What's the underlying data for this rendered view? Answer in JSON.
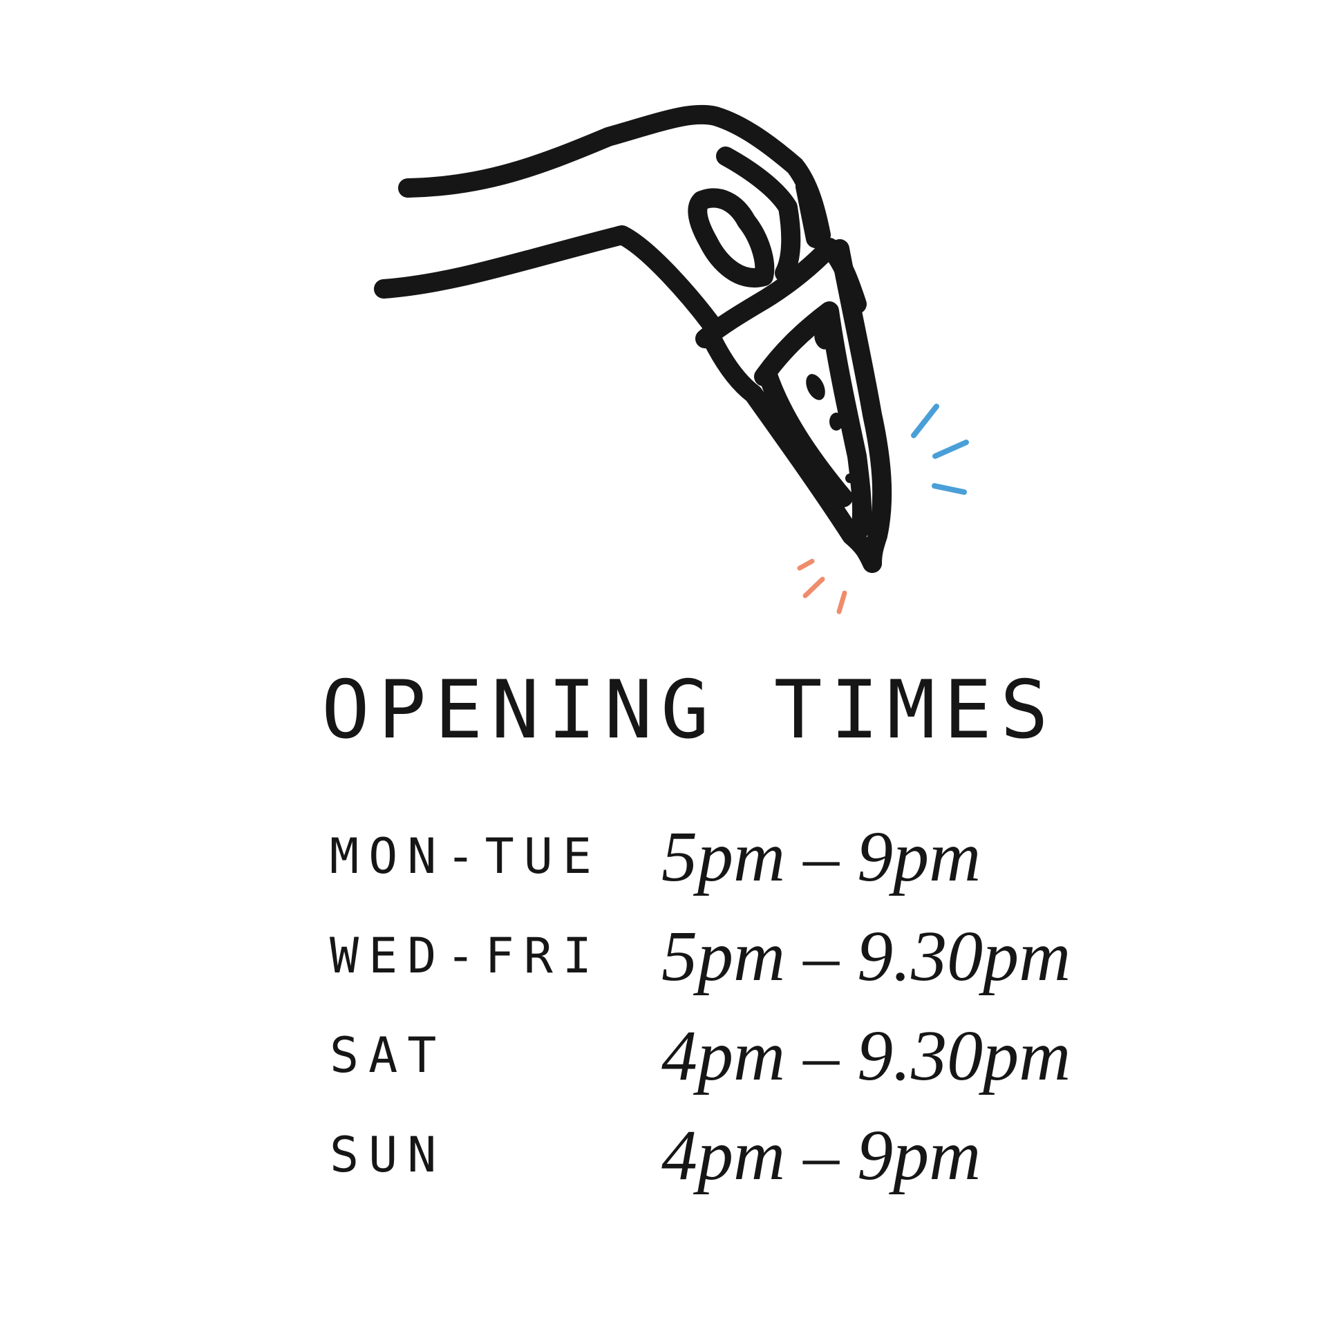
{
  "title": "OPENING TIMES",
  "illustration": {
    "icon": "hand-holding-pizza-slice-icon",
    "ink_color": "#161616",
    "accent_blue": "#4a9fd8",
    "accent_orange": "#ef8c6c"
  },
  "schedule": [
    {
      "day": "MON-TUE",
      "time": "5pm – 9pm"
    },
    {
      "day": "WED-FRI",
      "time": "5pm – 9.30pm"
    },
    {
      "day": "SAT",
      "time": "4pm – 9.30pm"
    },
    {
      "day": "SUN",
      "time": "4pm – 9pm"
    }
  ]
}
